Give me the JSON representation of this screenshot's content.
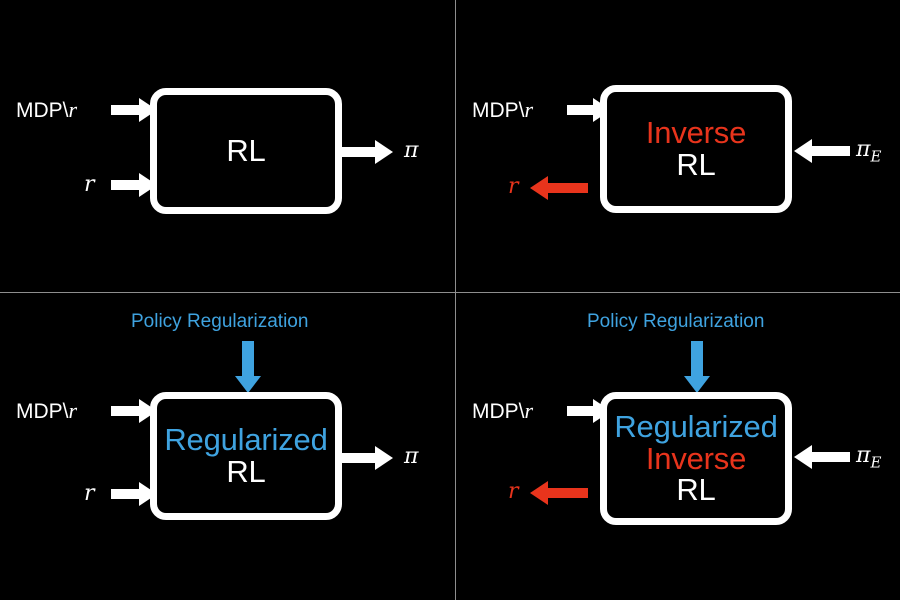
{
  "figure": {
    "background": "#000000",
    "divider_color": "#8e8e8e",
    "colors": {
      "white": "#ffffff",
      "red": "#e8341c",
      "blue": "#3fa3e0"
    }
  },
  "panels": {
    "rl": {
      "name": "RL",
      "block_lines": [
        "RL"
      ],
      "input_top": "MDP\\r",
      "input_top_prefix": "MDP\\",
      "input_top_italic": "r",
      "input_bottom": "r",
      "output_right": "π"
    },
    "irl": {
      "name": "Inverse RL",
      "block_lines": [
        "Inverse",
        "RL"
      ],
      "input_top_prefix": "MDP\\",
      "input_top_italic": "r",
      "input_right_base": "π",
      "input_right_sub": "E",
      "output_left": "r"
    },
    "rrl": {
      "name": "Regularized RL",
      "block_lines": [
        "Regularized",
        "RL"
      ],
      "top_label": "Policy Regularization",
      "input_top_prefix": "MDP\\",
      "input_top_italic": "r",
      "input_bottom": "r",
      "output_right": "π"
    },
    "rirl": {
      "name": "Regularized Inverse RL",
      "block_lines": [
        "Regularized",
        "Inverse",
        "RL"
      ],
      "top_label": "Policy Regularization",
      "input_top_prefix": "MDP\\",
      "input_top_italic": "r",
      "input_right_base": "π",
      "input_right_sub": "E",
      "output_left": "r"
    }
  }
}
